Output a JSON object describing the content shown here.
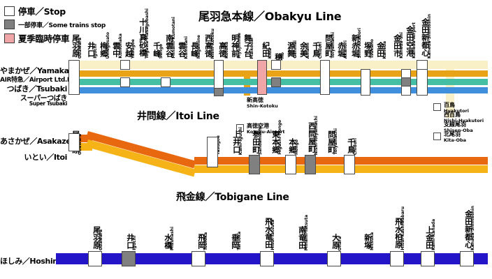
{
  "legend": {
    "items": [
      {
        "type": "stop",
        "jp": "停車",
        "en": "Stop",
        "label": "停車／Stop",
        "color": "#ffffff"
      },
      {
        "type": "some",
        "jp": "一部停車",
        "en": "Some trains stop",
        "label": "一部停車／Some trains stop",
        "color": "#808080"
      },
      {
        "type": "summer",
        "jp": "夏季臨時停車",
        "en": "",
        "label": "夏季臨時停車",
        "color": "#f0a6a6"
      }
    ]
  },
  "sections": {
    "obakyu": {
      "title": "尾羽急本線／Obakyu Line",
      "services": [
        {
          "jp": "やまかぜ",
          "en": "Yamakaze",
          "label": "やまかぜ／Yamakaze",
          "color": "#faf0c8"
        },
        {
          "jp": "AIR特急",
          "en": "Airport Ltd.Exp",
          "label": "AIR特急／Airport Ltd.Exp",
          "color": "#e8a317"
        },
        {
          "jp": "つばき",
          "en": "Tsubaki",
          "label": "つばき／Tsubaki",
          "color": "#44bfa3"
        },
        {
          "jp": "スーパーつばき",
          "en": "Super Tsubaki",
          "label": "スーパーつばき／Super Tsubaki",
          "color": "#3f8fdd"
        }
      ],
      "stations": [
        {
          "jp": "尾羽原",
          "ro": "Obawara"
        },
        {
          "jp": "井口",
          "ro": "Iguchi"
        },
        {
          "jp": "梅郷",
          "ro": "Umegosato"
        },
        {
          "jp": "雲中",
          "ro": "Kumonaka"
        },
        {
          "jp": "安越",
          "ro": "Yasugoe"
        },
        {
          "jp": "十川真砂橋",
          "ro": "Togawa-Masagobashi"
        },
        {
          "jp": "千峰",
          "ro": "Sengo"
        },
        {
          "jp": "南雲谷",
          "ro": "Minami-Kumotani"
        },
        {
          "jp": "雲谷",
          "ro": "Kumotani"
        },
        {
          "jp": "長峰",
          "ro": "Nagamine"
        },
        {
          "jp": "西高徳",
          "ro": "Nishi-Kotoku"
        },
        {
          "jp": "高徳",
          "ro": "Kotoku"
        },
        {
          "jp": "明神前",
          "ro": "Myojinmae"
        },
        {
          "jp": "舞子台",
          "ro": "Maikodai"
        },
        {
          "jp": "紀田",
          "ro": "Kida"
        },
        {
          "jp": "穂",
          "ro": "Ho"
        },
        {
          "jp": "源舞",
          "ro": "Genmai"
        },
        {
          "jp": "余美",
          "ro": "Amami"
        },
        {
          "jp": "千鳥",
          "ro": "Chidori"
        },
        {
          "jp": "問屋町",
          "ro": "Toiyamachi"
        },
        {
          "jp": "赤堀",
          "ro": "Akahori"
        },
        {
          "jp": "新赤堀",
          "ro": "Shin-Akabori"
        },
        {
          "jp": "塚野",
          "ro": "Tsukano"
        },
        {
          "jp": "金田",
          "ro": "Kaneda"
        },
        {
          "jp": "金田市",
          "ro": "Kaneda-shi"
        },
        {
          "jp": "金田空港",
          "ro": "Kaneda-Airport"
        },
        {
          "jp": "金田新都心",
          "ro": "Kaneda-Shintoshin"
        }
      ],
      "branch_labels": [
        {
          "jp": "新高徳",
          "ro": "Shin-Kotoku"
        },
        {
          "jp": "高徳空港",
          "ro": "Kotoku-Airport"
        },
        {
          "jp": "百鳥",
          "ro": "Hyakutori"
        },
        {
          "jp": "西百鳥",
          "ro": "Nishi-Hyakutori"
        },
        {
          "jp": "支線尾羽",
          "ro": "Shisen-Oba"
        },
        {
          "jp": "北尾羽",
          "ro": "Kita-Oba"
        }
      ]
    },
    "itoi": {
      "title": "井問線／Itoi Line",
      "services": [
        {
          "jp": "あさかぜ",
          "en": "Asakaze",
          "label": "あさかぜ／Asakaze",
          "color": "#e8680f"
        },
        {
          "jp": "いとい",
          "en": "Itoi",
          "label": "いとい／Itoi",
          "color": "#f5b317"
        }
      ],
      "stations": [
        {
          "jp": "尾羽原",
          "ro": "Obawara"
        },
        {
          "jp": "安越",
          "ro": "Yasugoe"
        },
        {
          "jp": "上井口",
          "ro": "Kami-Iguchi"
        },
        {
          "jp": "参田町",
          "ro": "Sandamachi"
        },
        {
          "jp": "東本郷",
          "ro": "Higashi-Hongo"
        },
        {
          "jp": "本郷",
          "ro": "Hongo"
        },
        {
          "jp": "西問屋町",
          "ro": "Nishi-Toiyamachi"
        },
        {
          "jp": "問屋町",
          "ro": "Toiyamachi"
        },
        {
          "jp": "千鳥",
          "ro": "Chidori"
        }
      ]
    },
    "tobigane": {
      "title": "飛金線／Tobigane Line",
      "services": [
        {
          "jp": "ほしみ",
          "en": "Hoshimi",
          "label": "ほしみ／Hoshimi",
          "color": "#2416c8"
        }
      ],
      "stations": [
        {
          "jp": "尾羽原",
          "ro": "Obawara"
        },
        {
          "jp": "井口",
          "ro": "Iguchi"
        },
        {
          "jp": "水橋",
          "ro": "Mizuhashi"
        },
        {
          "jp": "飛岡",
          "ro": "Tobioka"
        },
        {
          "jp": "垂岡",
          "ro": "Taruoka"
        },
        {
          "jp": "飛水竜田",
          "ro": "Hisui-Tatsuta"
        },
        {
          "jp": "南竜田",
          "ro": "Minami-Tatsuta"
        },
        {
          "jp": "大原",
          "ro": "Ohara"
        },
        {
          "jp": "新塚",
          "ro": "Nitsuka"
        },
        {
          "jp": "飛水柏原",
          "ro": "Hisui-kashiwabaru"
        },
        {
          "jp": "上金田",
          "ro": "Kami-Kanada"
        },
        {
          "jp": "金田新都心",
          "ro": "Kanada-Shintoshin"
        }
      ]
    }
  }
}
